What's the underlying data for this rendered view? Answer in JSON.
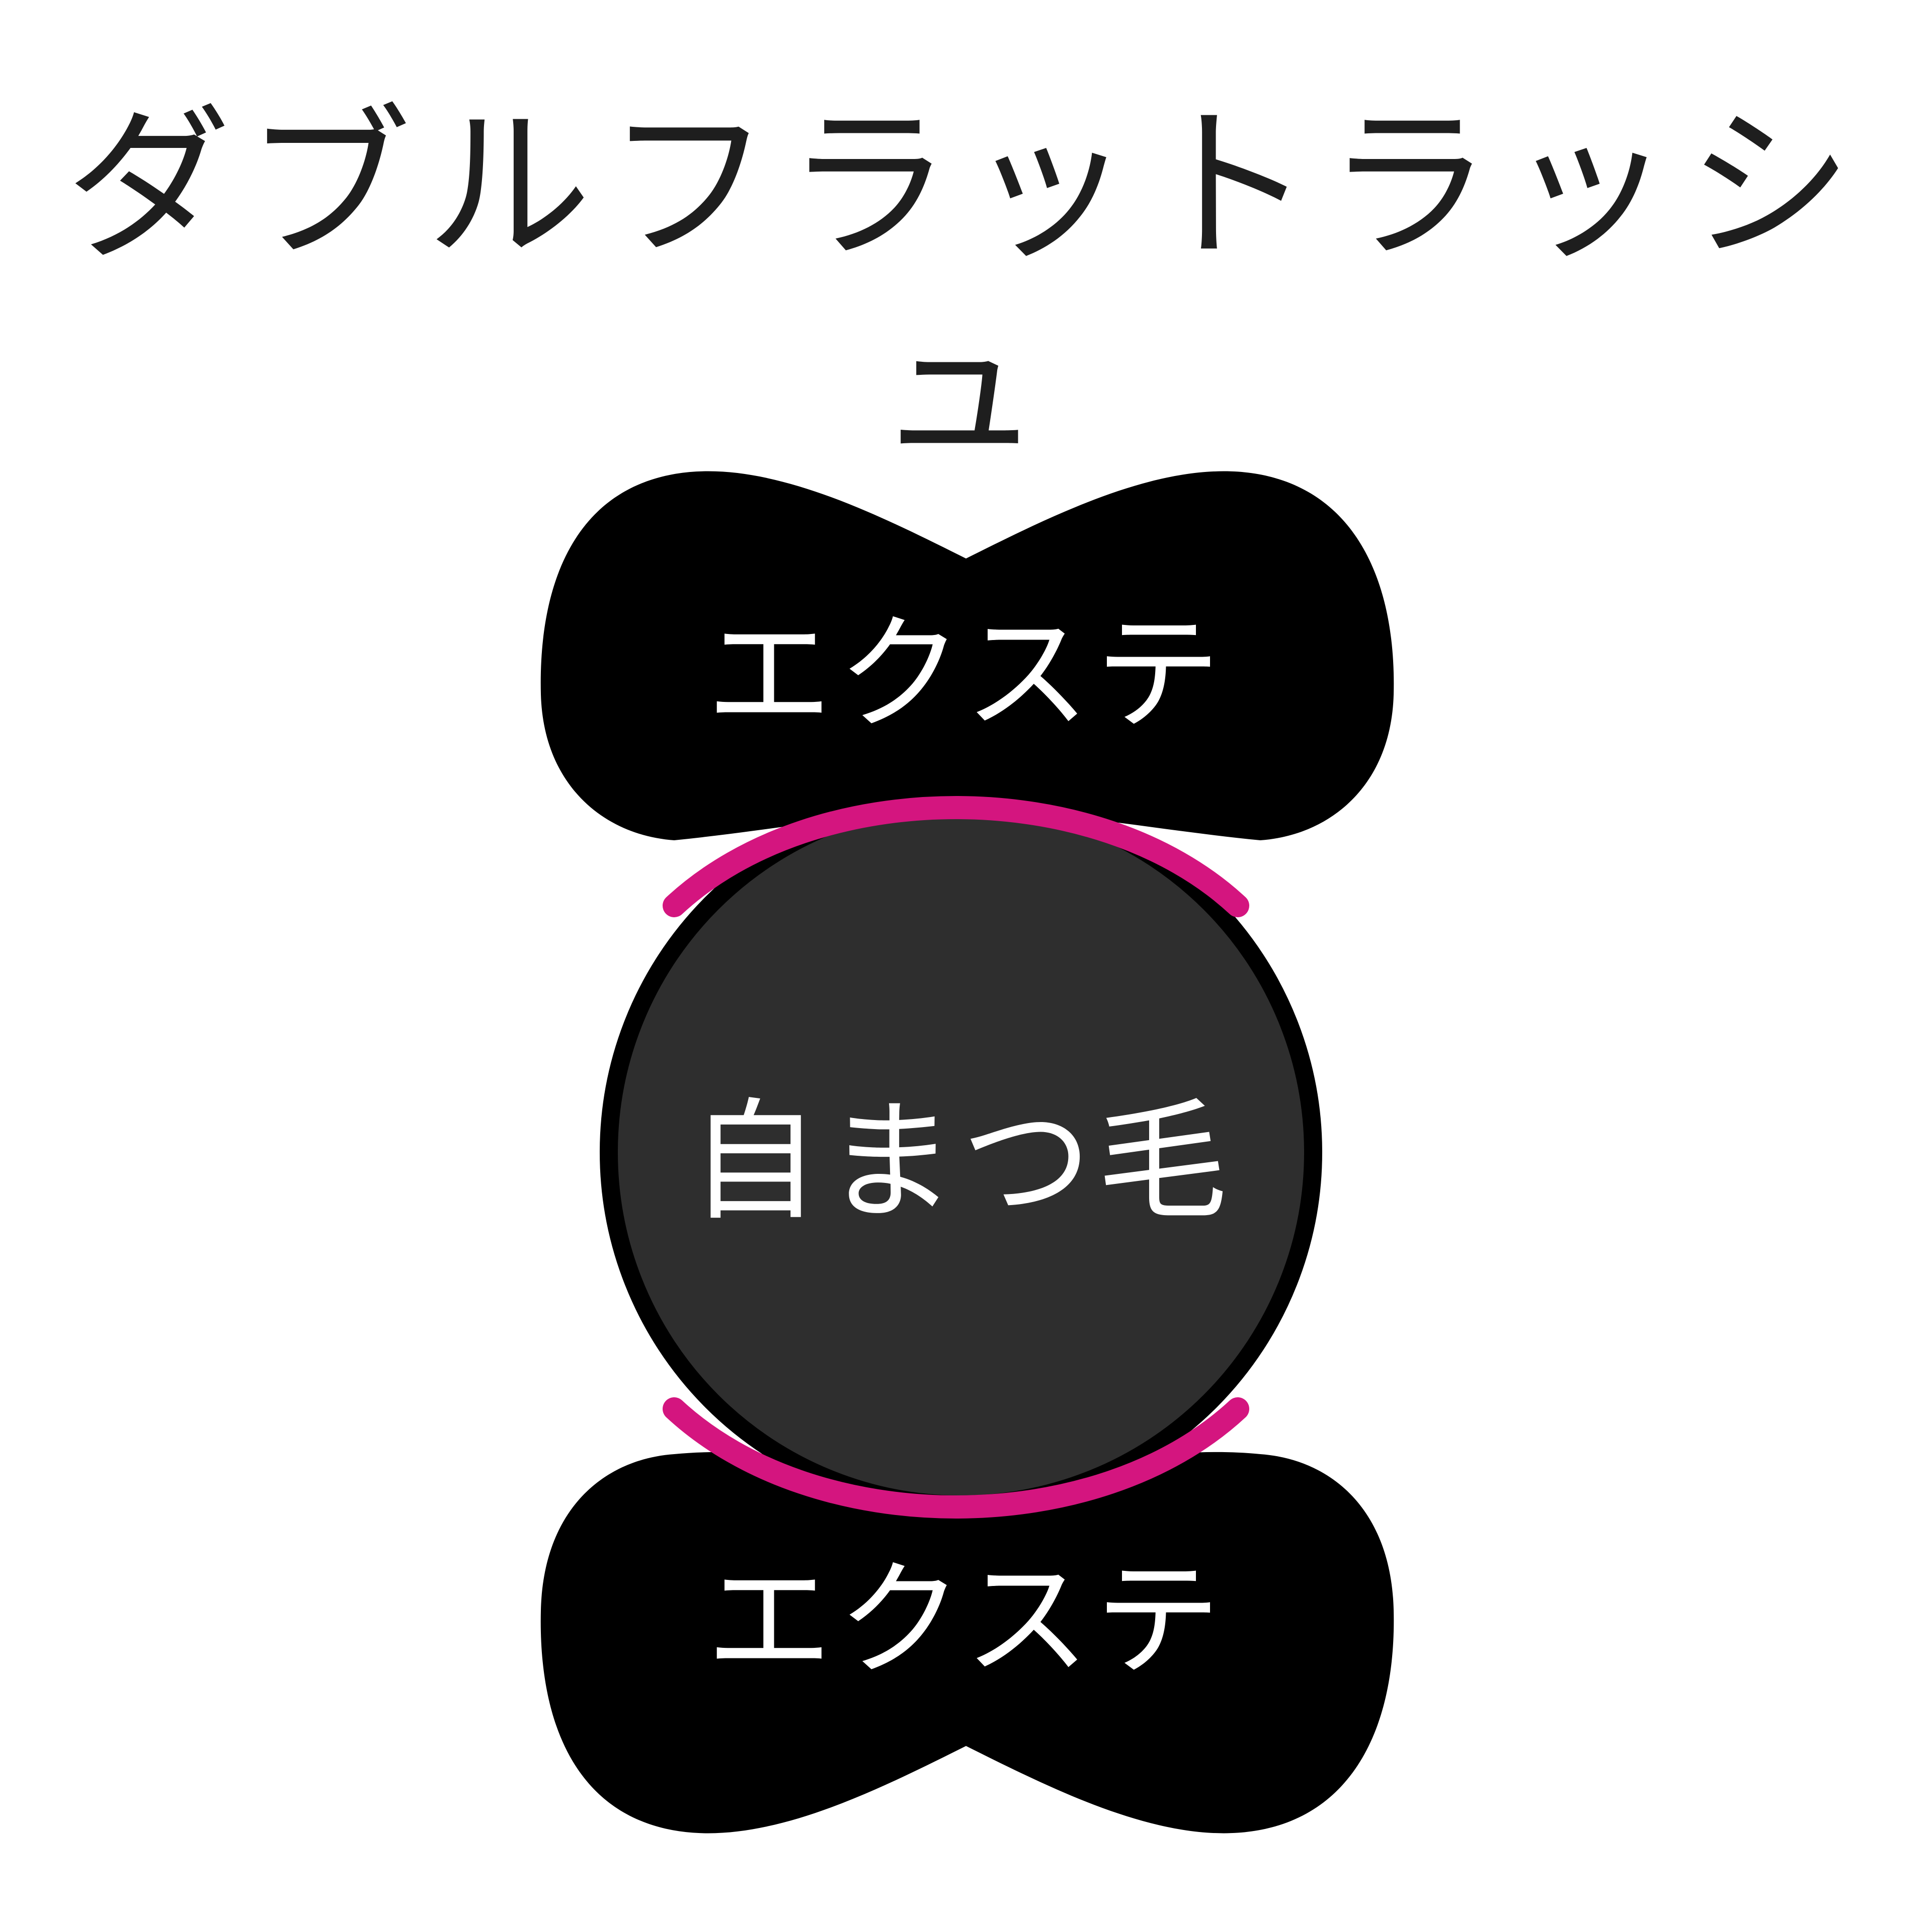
{
  "title": "ダブルフラットラッシュ",
  "diagram": {
    "top_extension_label": "エクステ",
    "natural_lash_label": "自まつ毛",
    "bottom_extension_label": "エクステ"
  },
  "colors": {
    "background": "#ffffff",
    "extension_fill": "#000000",
    "natural_lash_fill": "#2e2e2e",
    "glue_line": "#d4157f",
    "text": "#1e1e1e",
    "label_text": "#ffffff"
  }
}
